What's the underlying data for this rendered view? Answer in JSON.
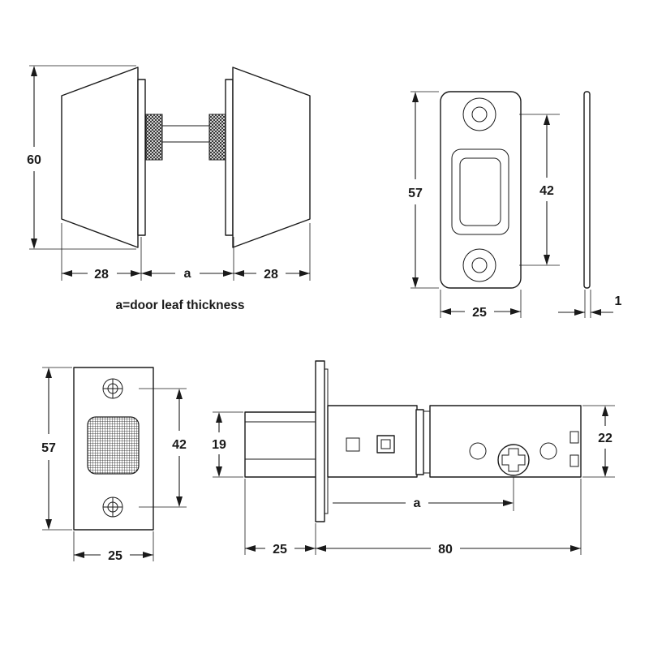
{
  "knob_set": {
    "height_dim": "60",
    "left_width_dim": "28",
    "door_gap_dim": "a",
    "right_width_dim": "28",
    "note": "a=door leaf thickness"
  },
  "strike_plate": {
    "height_dim": "57",
    "hole_spacing_dim": "42",
    "width_dim": "25",
    "thickness_dim": "1"
  },
  "latch_faceplate": {
    "height_dim": "57",
    "hole_spacing_dim": "42",
    "width_dim": "25"
  },
  "latch_body": {
    "bolt_height_dim": "19",
    "case_height_dim": "22",
    "backset_dim": "a",
    "bolt_projection_dim": "25",
    "overall_length_dim": "80"
  }
}
